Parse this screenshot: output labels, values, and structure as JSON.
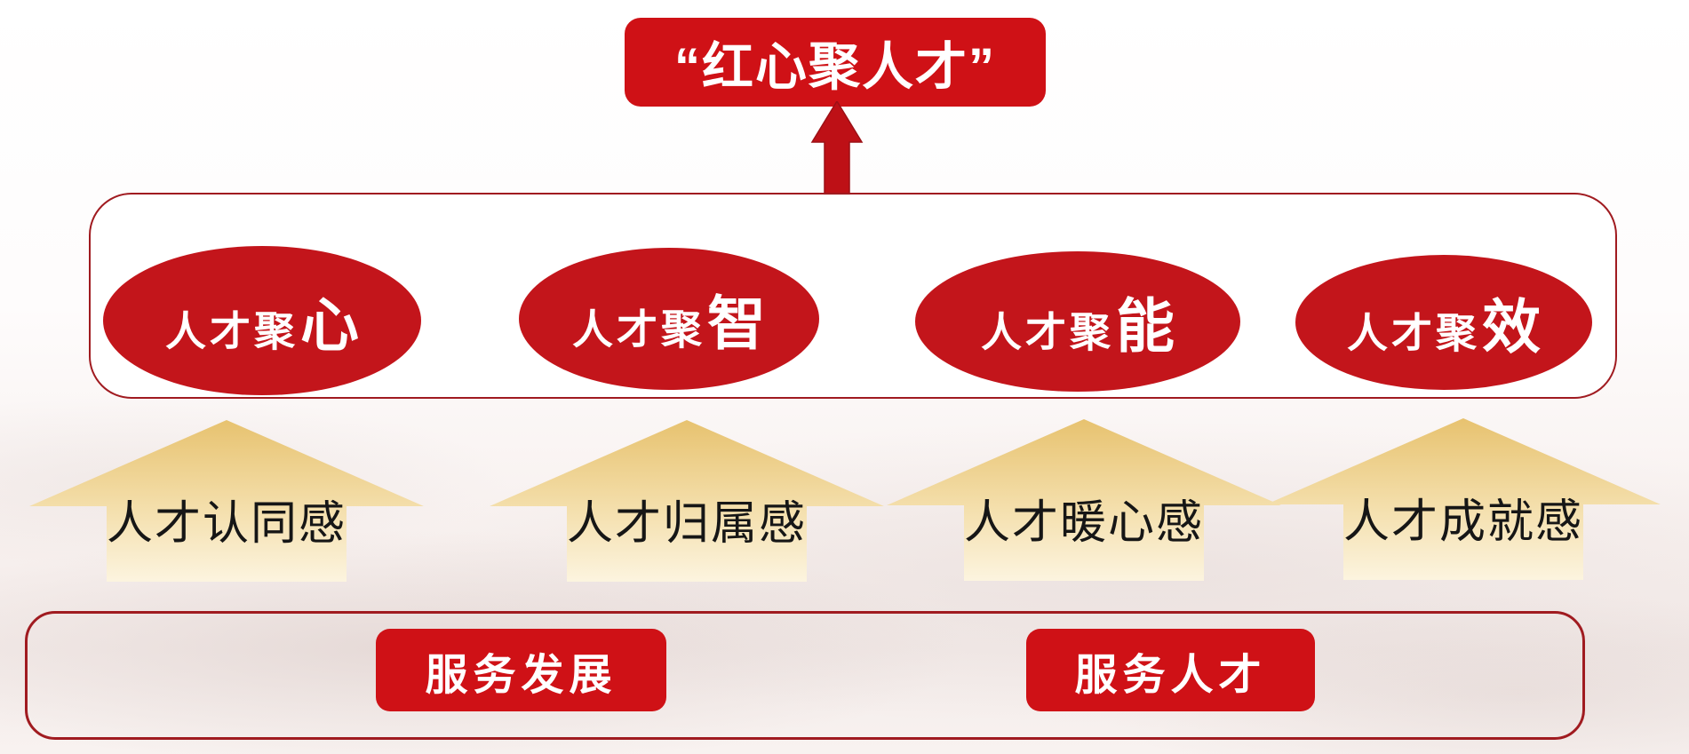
{
  "top_box": {
    "label": "“红心聚人才”"
  },
  "strategies": {
    "items": [
      {
        "prefix": "人才聚",
        "emphasis": "心"
      },
      {
        "prefix": "人才聚",
        "emphasis": "智"
      },
      {
        "prefix": "人才聚",
        "emphasis": "能"
      },
      {
        "prefix": "人才聚",
        "emphasis": "效"
      }
    ]
  },
  "feelings": {
    "items": [
      {
        "label": "人才认同感"
      },
      {
        "label": "人才归属感"
      },
      {
        "label": "人才暖心感"
      },
      {
        "label": "人才成就感"
      }
    ]
  },
  "services": {
    "items": [
      {
        "label": "服务发展"
      },
      {
        "label": "服务人才"
      }
    ]
  },
  "colors": {
    "red_box": "#CF1116",
    "red_ellipse": "#C3151B",
    "red_border": "#A01B20",
    "red_connector": "#BE1016",
    "gold_top": "#E7C26F",
    "gold_mid": "#F4DFAC",
    "gold_bottom": "#FCF4DF",
    "label_text": "#161616"
  }
}
